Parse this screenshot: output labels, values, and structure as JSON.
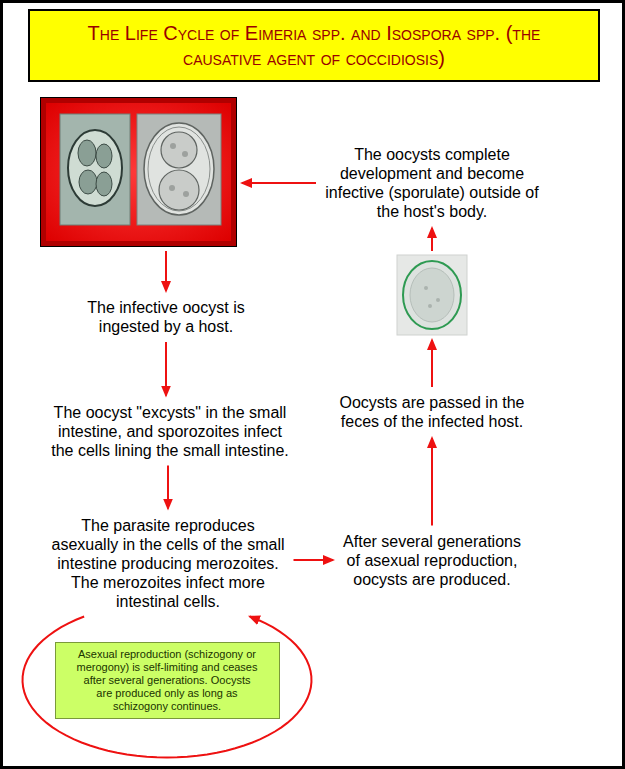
{
  "diagram": {
    "title": "The Life Cycle of Eimeria spp. and Isospora spp. (the causative agent of coccidiosis)",
    "nodes": [
      {
        "text": []
      },
      {
        "text": [
          "The oocysts complete development and become infective (sporulate) outside of the host's body."
        ]
      },
      {
        "text": []
      },
      {
        "text": [
          "The infective oocyst is ingested by a host."
        ]
      },
      {
        "text": [
          "The oocyst \"excysts\" in the small intestine, and sporozoites infect the cells lining the small intestine."
        ]
      },
      {
        "text": [
          "Oocysts are passed in the feces of the infected host."
        ]
      },
      {
        "text": [
          "The parasite reproduces asexually in the cells of the small intestine producing merozoites. The merozoites infect more intestinal cells."
        ]
      },
      {
        "text": [
          "After several generations of asexual reproduction, oocysts are produced."
        ]
      },
      {
        "text": [
          "Asexual reproduction (schizogony or merogony) is self-limiting and ceases after several generations. Oocysts are produced only as long as schizogony continues."
        ]
      }
    ],
    "edges": [
      {
        "from": 0,
        "to": 3,
        "arrow": "to"
      },
      {
        "from": 3,
        "to": 4,
        "arrow": "to"
      },
      {
        "from": 4,
        "to": 6,
        "arrow": "to"
      },
      {
        "from": 6,
        "to": 6,
        "arrow": "to"
      },
      {
        "from": 6,
        "to": 7,
        "arrow": "to"
      },
      {
        "from": 7,
        "to": 5,
        "arrow": "to"
      },
      {
        "from": 5,
        "to": 2,
        "arrow": "to"
      },
      {
        "from": 2,
        "to": 1,
        "arrow": "to"
      },
      {
        "from": 1,
        "to": 0,
        "arrow": "to"
      }
    ]
  }
}
